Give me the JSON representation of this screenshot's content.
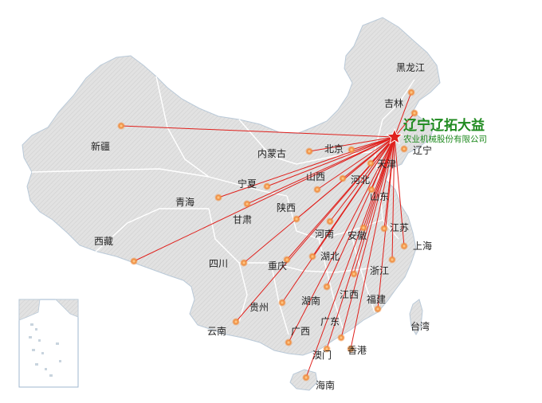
{
  "brand": {
    "title": "辽宁辽拓大益",
    "subtitle": "农业机械股份有限公司",
    "color": "#1f8a1f"
  },
  "colors": {
    "route": "#e0201c",
    "hub_star": "#e0201c",
    "dot": "#f08a3a",
    "land": "#dedede",
    "border": "#ffffff",
    "outline": "#9fb7cf"
  },
  "hub": "辽宁",
  "regions": [
    {
      "name": "黑龙江"
    },
    {
      "name": "吉林"
    },
    {
      "name": "辽宁"
    },
    {
      "name": "新疆"
    },
    {
      "name": "内蒙古"
    },
    {
      "name": "北京"
    },
    {
      "name": "天津"
    },
    {
      "name": "宁夏"
    },
    {
      "name": "山西"
    },
    {
      "name": "河北"
    },
    {
      "name": "青海"
    },
    {
      "name": "山东"
    },
    {
      "name": "陕西"
    },
    {
      "name": "甘肃"
    },
    {
      "name": "西藏"
    },
    {
      "name": "河南"
    },
    {
      "name": "安徽"
    },
    {
      "name": "江苏"
    },
    {
      "name": "上海"
    },
    {
      "name": "四川"
    },
    {
      "name": "重庆"
    },
    {
      "name": "湖北"
    },
    {
      "name": "浙江"
    },
    {
      "name": "贵州"
    },
    {
      "name": "湖南"
    },
    {
      "name": "江西"
    },
    {
      "name": "福建"
    },
    {
      "name": "台湾"
    },
    {
      "name": "云南"
    },
    {
      "name": "广西"
    },
    {
      "name": "广东"
    },
    {
      "name": "香港"
    },
    {
      "name": "澳门"
    },
    {
      "name": "海南"
    }
  ]
}
